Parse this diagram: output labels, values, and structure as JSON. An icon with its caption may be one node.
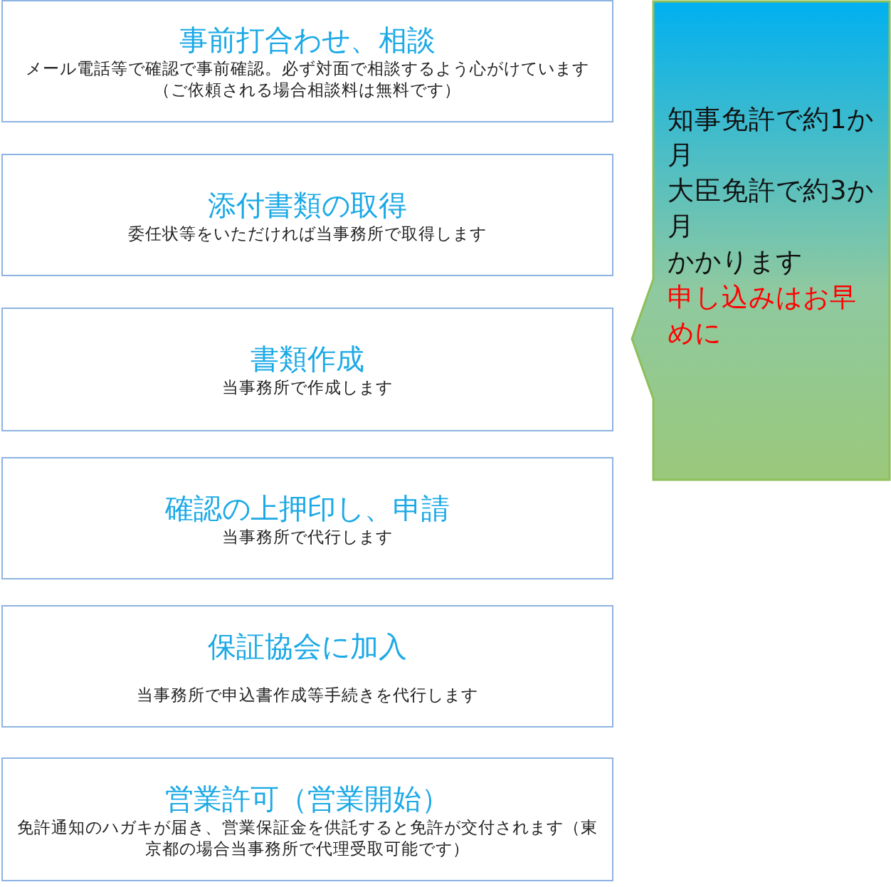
{
  "diagram": {
    "nodes": [
      {
        "text": [
          "事前打合わせ、相談",
          "メール電話等で確認で事前確認。必ず対面で相談するよう心がけています（ご依頼される場合相談料は無料です）"
        ]
      },
      {
        "text": [
          "添付書類の取得",
          "委任状等をいただければ当事務所で取得します"
        ]
      },
      {
        "text": [
          "書類作成",
          "当事務所で作成します"
        ]
      },
      {
        "text": [
          "確認の上押印し、申請",
          "当事務所で代行します"
        ]
      },
      {
        "text": [
          "保証協会に加入",
          "当事務所で申込書作成等手続きを代行します"
        ]
      },
      {
        "text": [
          "営業許可（営業開始）",
          "免許通知のハガキが届き、営業保証金を供託すると免許が交付されます（東京都の場合当事務所で代理受取可能です）"
        ]
      },
      {
        "text": [
          "知事免許で約1か月",
          "大臣免許で約3か月",
          "かかります",
          "申し込みはお早めに"
        ]
      }
    ]
  }
}
